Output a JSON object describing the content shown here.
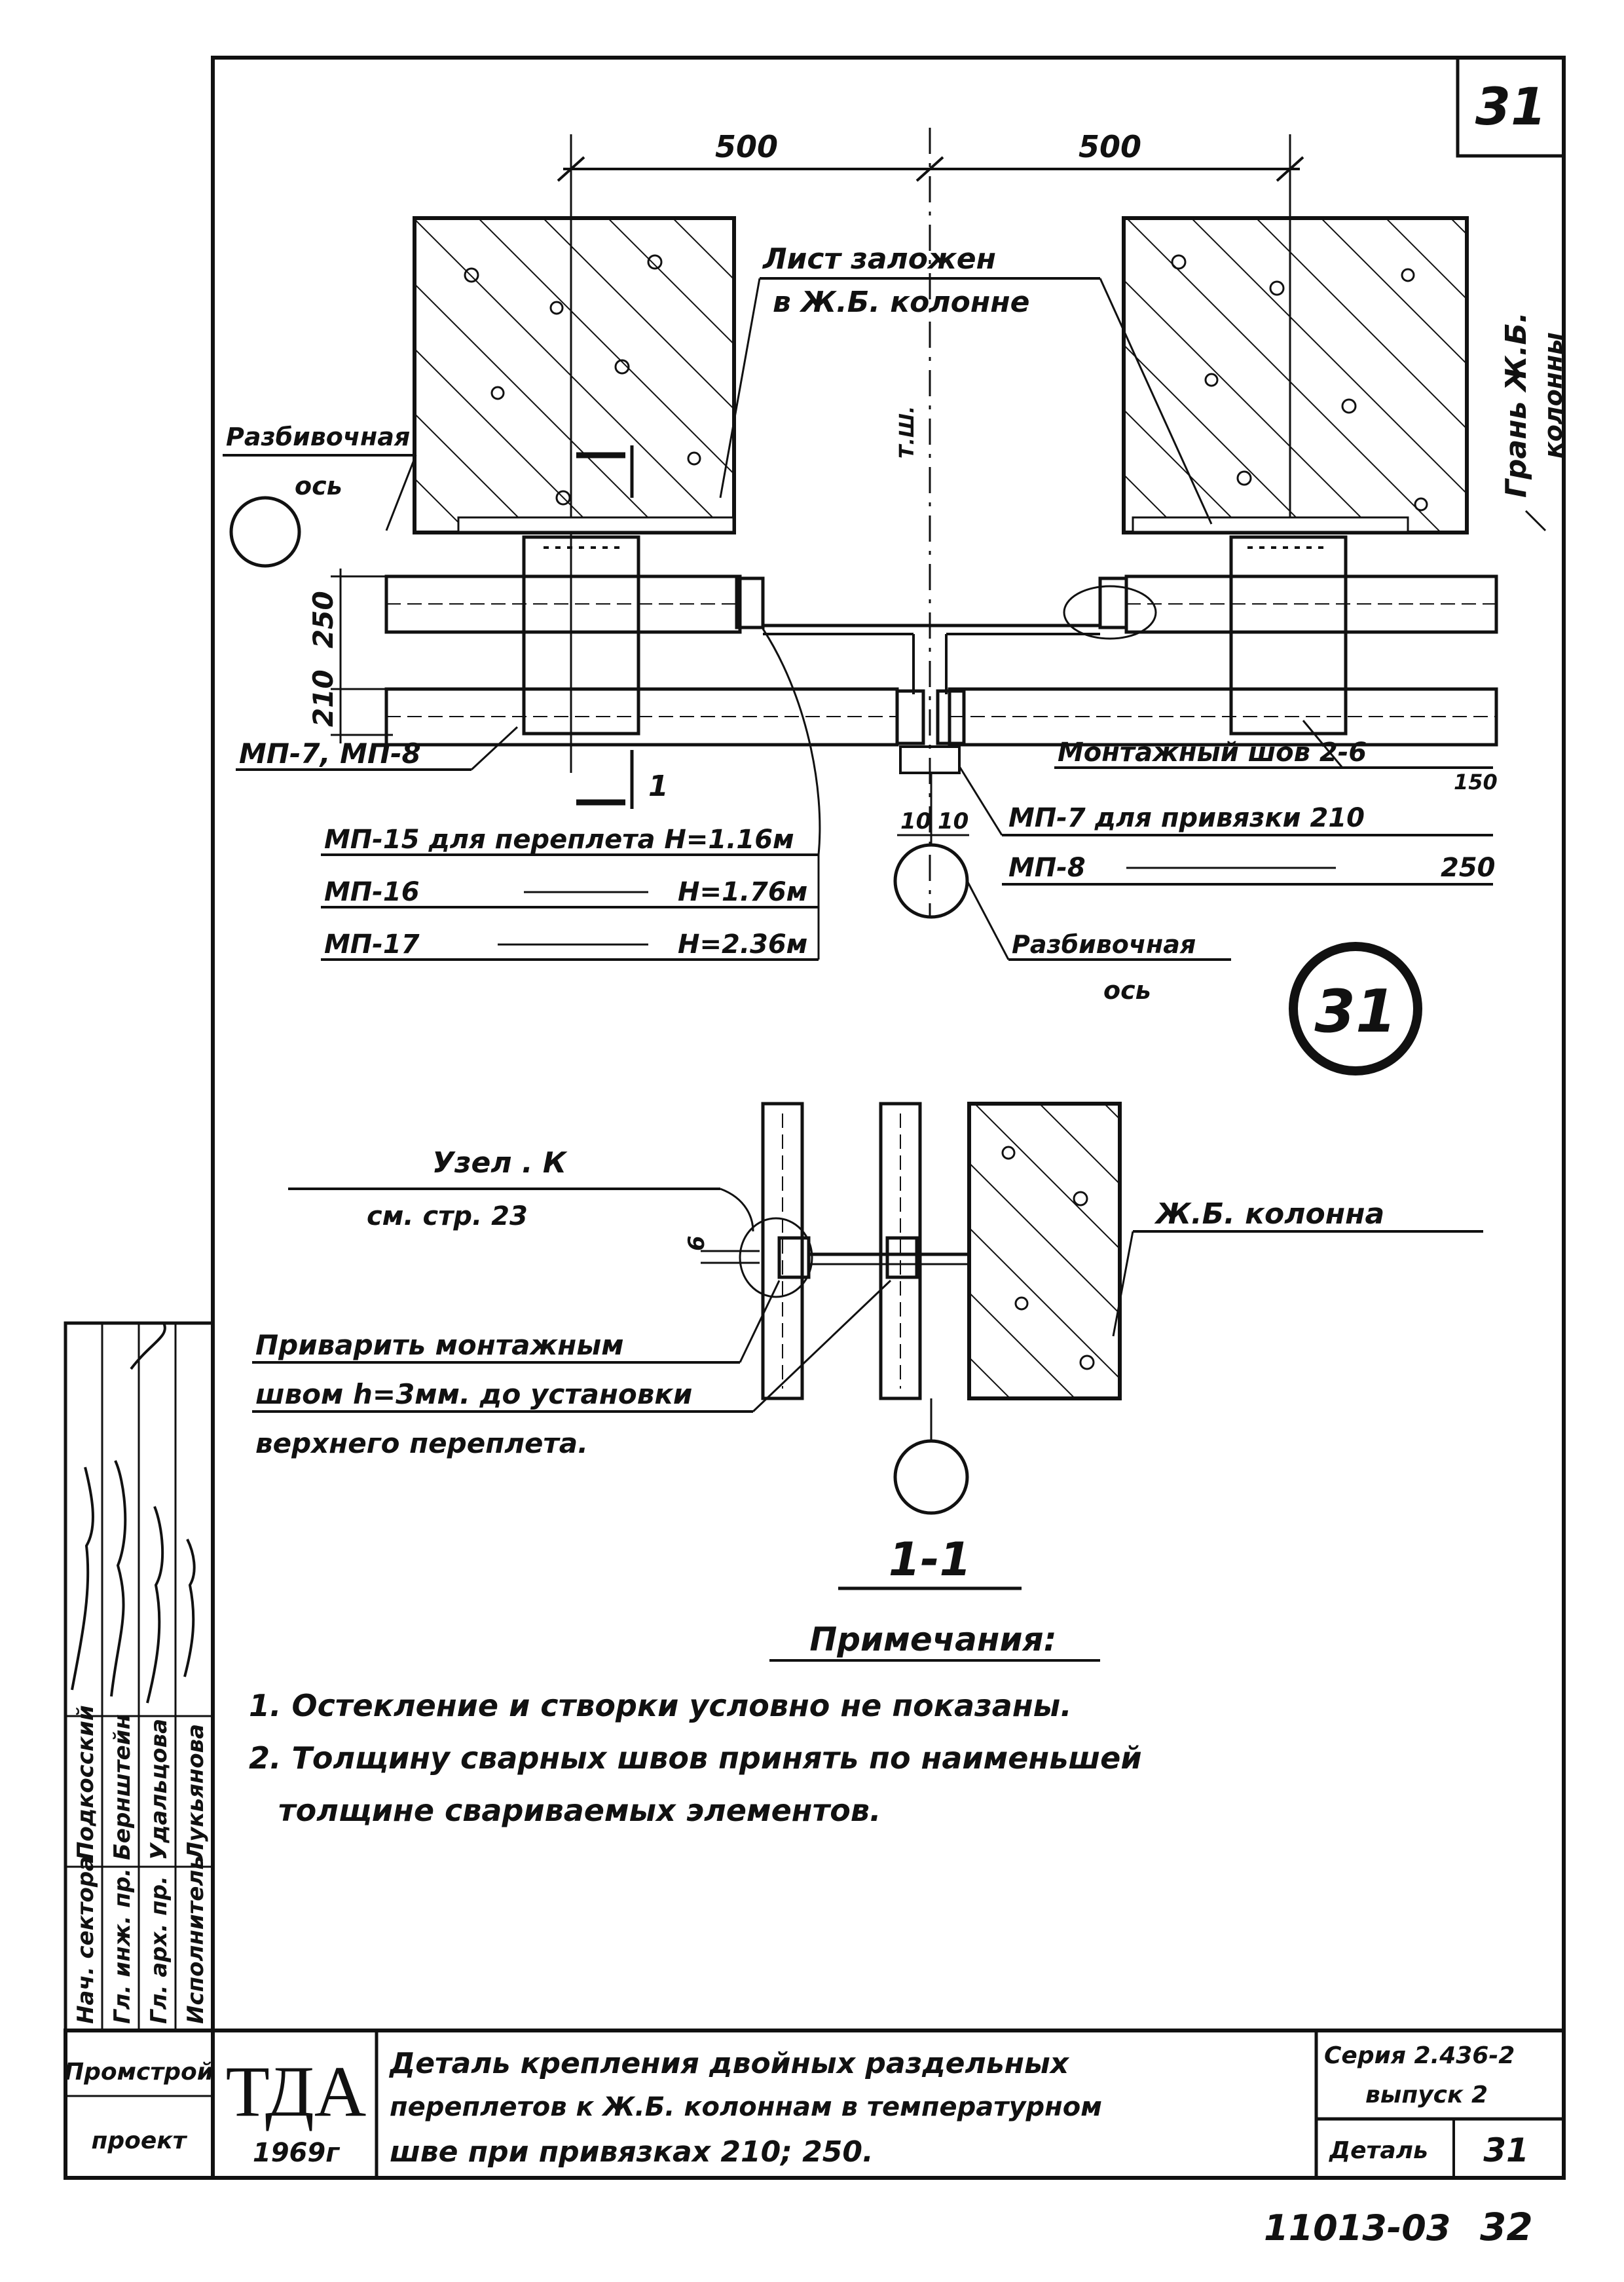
{
  "sheet": {
    "number_corner": "31",
    "sheet_code": "11013-03",
    "page_number": "32"
  },
  "plan": {
    "dim_left": "500",
    "dim_right": "500",
    "axis_label": "Т.Ш.",
    "sheet_in_column_line1": "Лист заложен",
    "sheet_in_column_line2": "в Ж.Б. колонне",
    "column_face_line1": "Грань Ж.Б.",
    "column_face_line2": "колонны",
    "layout_axis_left_line1": "Разбивочная",
    "layout_axis_left_line2": "ось",
    "layout_axis_bottom_line1": "Разбивочная",
    "layout_axis_bottom_line2": "ось",
    "vert_dim_250": "250",
    "vert_dim_210": "210",
    "mp78": "МП-7, МП-8",
    "section_mark": "1",
    "mp15": "МП-15 для переплета Н=1.16м",
    "mp16": "МП-16",
    "mp16_h": "Н=1.76м",
    "mp17": "МП-17",
    "mp17_h": "Н=2.36м",
    "weld": "Монтажный шов 2-6",
    "weld_sub": "150",
    "mp7": "МП-7 для привязки 210",
    "mp8": "МП-8",
    "mp8_val": "250",
    "dim_10a": "10",
    "dim_10b": "10",
    "detail_circle": "31"
  },
  "section": {
    "node_line1": "Узел . К",
    "node_line2": "см. стр. 23",
    "gap": "6",
    "column_label": "Ж.Б. колонна",
    "weld_note_line1": "Приварить монтажным",
    "weld_note_line2": "швом h=3мм. до установки",
    "weld_note_line3": "верхнего переплета.",
    "section_title": "1-1"
  },
  "notes": {
    "title": "Примечания:",
    "note1": "1. Остекление и створки условно не показаны.",
    "note2a": "2. Толщину сварных швов принять по наименьшей",
    "note2b": "толщине свариваемых элементов."
  },
  "side_stamp": {
    "roles": [
      "Нач. сектора",
      "Гл. инж. пр.",
      "Гл. арх. пр.",
      "Исполнитель"
    ],
    "names": [
      "Подкосский",
      "Бернштейн",
      "Удальцова",
      "Лукьянова"
    ]
  },
  "title_block": {
    "org_line1": "Промстрой",
    "org_line2": "проект",
    "logo": "ТДА",
    "year": "1969г",
    "desc_line1": "Деталь крепления двойных раздельных",
    "desc_line2": "переплетов к Ж.Б. колоннам в температурном",
    "desc_line3": "шве при привязках 210; 250.",
    "series_line1": "Серия 2.436-2",
    "series_line2": "выпуск 2",
    "detail_label": "Деталь",
    "detail_number": "31"
  }
}
